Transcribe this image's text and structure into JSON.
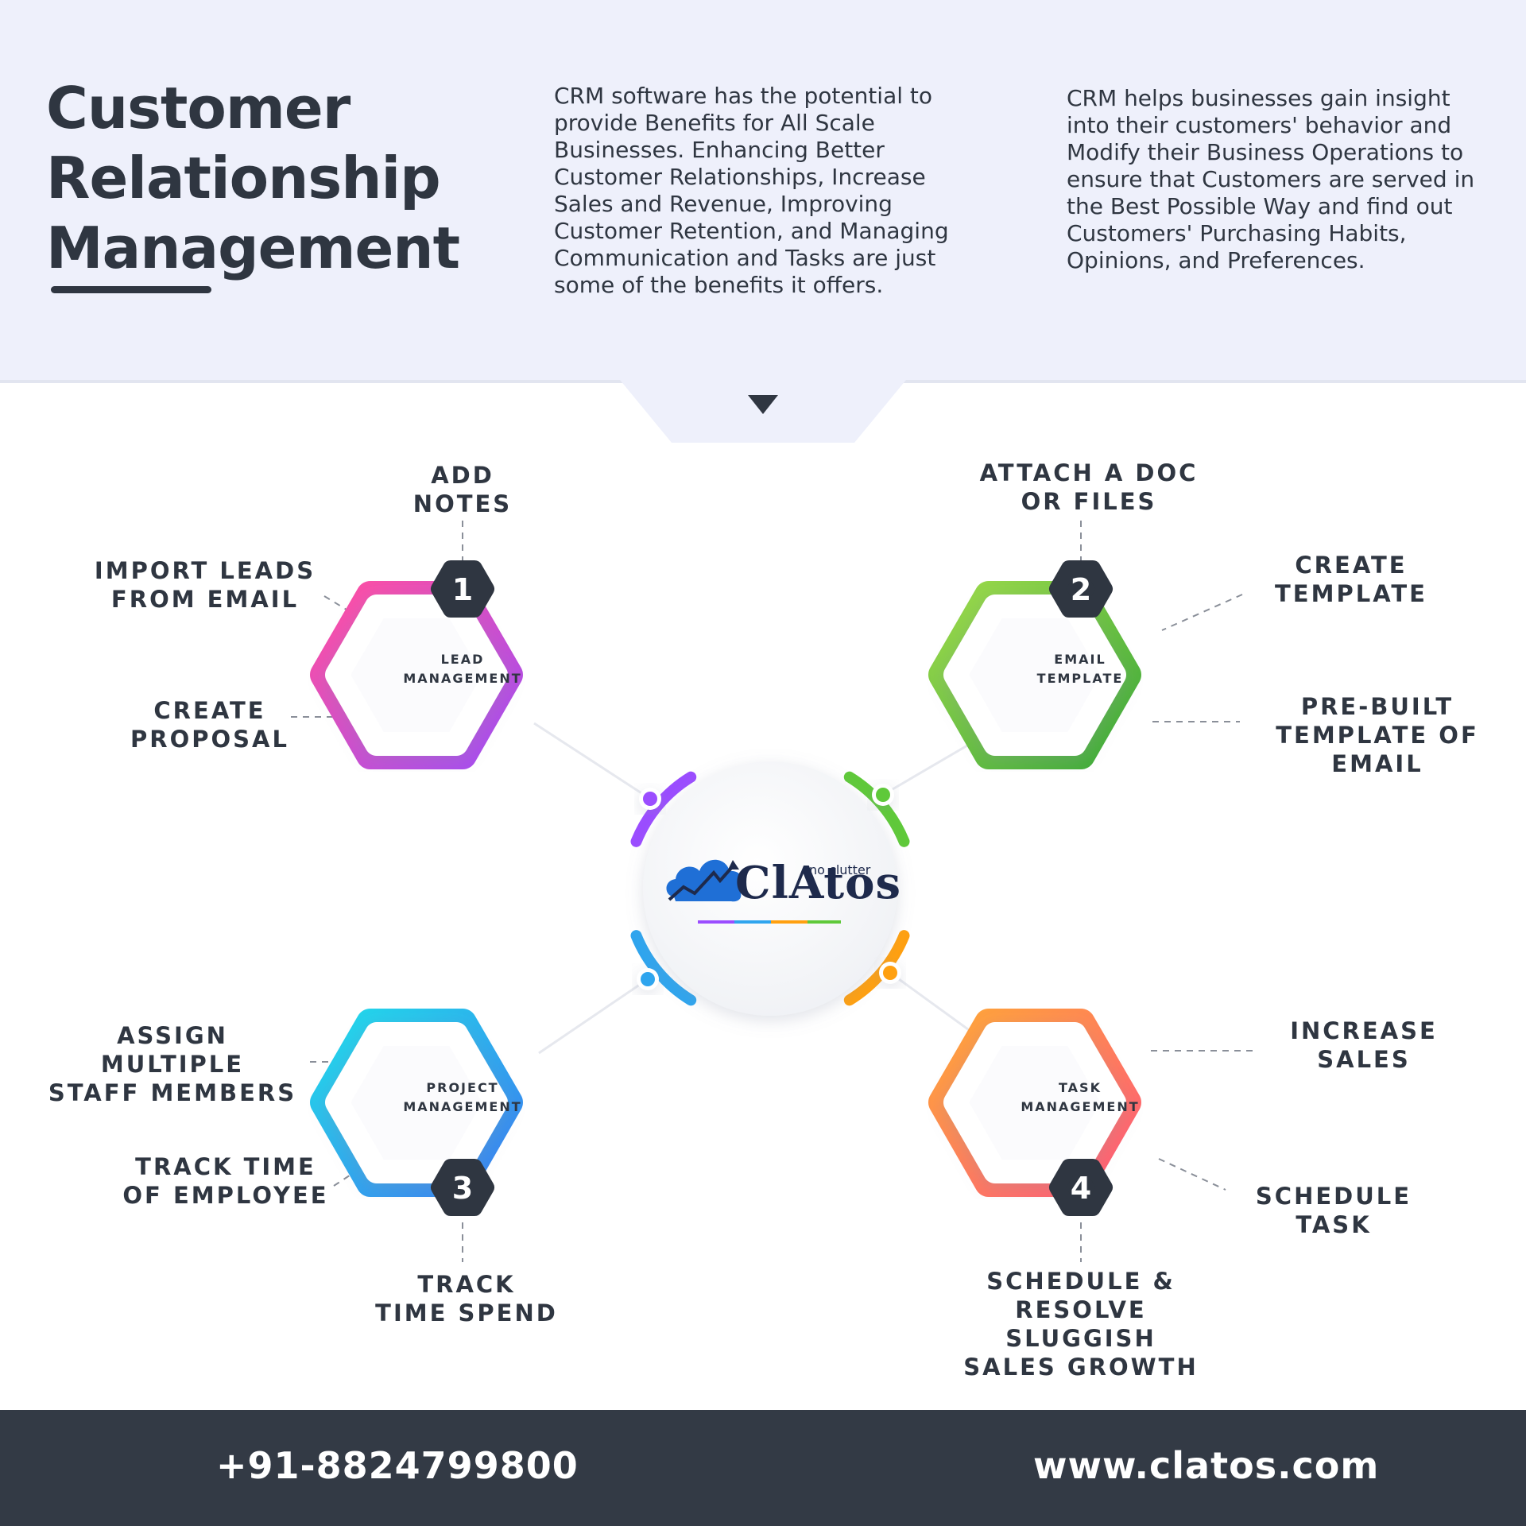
{
  "header": {
    "title_lines": [
      "Customer",
      "Relationship",
      "Management"
    ],
    "intro_left": "CRM software has the potential to provide Benefits for All Scale Businesses. Enhancing Better Customer Relationships, Increase Sales and Revenue, Improving Customer Retention, and Managing Communication and Tasks are just some of the benefits it offers.",
    "intro_right": "CRM helps businesses gain insight into their customers' behavior and Modify their Business Operations to ensure that Customers are served in the Best Possible Way and find out Customers' Purchasing Habits, Opinions, and Preferences."
  },
  "center": {
    "logo_text": "ClAtos",
    "logo_tagline": "no clutter",
    "logo_icon": "cloud-chart-icon"
  },
  "modules": [
    {
      "number": "1",
      "label": "LEAD\nMANAGEMENT",
      "gradient": [
        "#ff4fa3",
        "#a44df0"
      ],
      "features": [
        "ADD\nNOTES",
        "IMPORT LEADS\nFROM EMAIL",
        "CREATE\nPROPOSAL"
      ]
    },
    {
      "number": "2",
      "label": "EMAIL\nTEMPLATE",
      "gradient": [
        "#9ad94a",
        "#3faa3a"
      ],
      "features": [
        "ATTACH A DOC\nOR FILES",
        "CREATE\nTEMPLATE",
        "PRE-BUILT\nTEMPLATE OF\nEMAIL"
      ]
    },
    {
      "number": "3",
      "label": "PROJECT\nMANAGEMENT",
      "gradient": [
        "#22d9ea",
        "#3a7ff0"
      ],
      "features": [
        "ASSIGN MULTIPLE\nSTAFF MEMBERS",
        "TRACK TIME\nOF EMPLOYEE",
        "TRACK\nTIME SPEND"
      ]
    },
    {
      "number": "4",
      "label": "TASK\nMANAGEMENT",
      "gradient": [
        "#ffa53a",
        "#ff5a78"
      ],
      "features": [
        "INCREASE\nSALES",
        "SCHEDULE\nTASK",
        "SCHEDULE & RESOLVE\nSLUGGISH\nSALES GROWTH"
      ]
    }
  ],
  "colors": {
    "dark": "#2f3641",
    "header_bg": "#eef0fb",
    "footer_bg": "#333a45",
    "node_purple": "#9b4dff",
    "node_green": "#5fc93a",
    "node_blue": "#2fa5ee",
    "node_orange": "#ffa010"
  },
  "footer": {
    "phone": "+91-8824799800",
    "phone_icon": "phone-icon",
    "website": "www.clatos.com",
    "website_icon": "globe-icon"
  }
}
